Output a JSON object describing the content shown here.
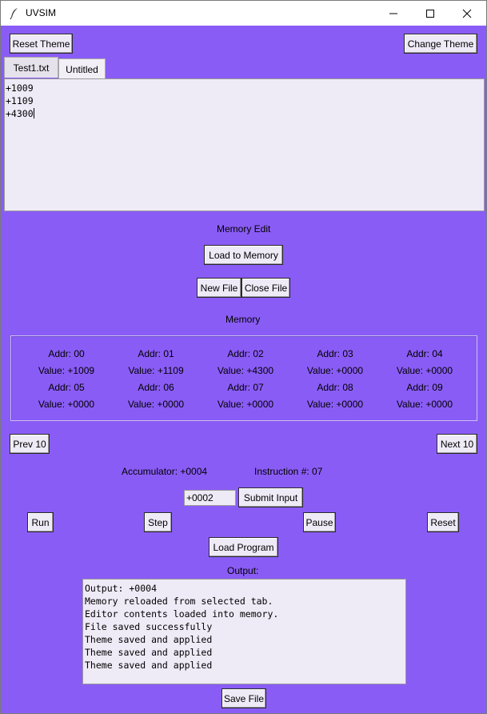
{
  "window": {
    "title": "UVSIM",
    "icon": "feather-icon"
  },
  "theme_buttons": {
    "reset_label": "Reset Theme",
    "change_label": "Change Theme"
  },
  "tabs": [
    {
      "label": "Test1.txt",
      "active": false
    },
    {
      "label": "Untitled",
      "active": true
    }
  ],
  "editor": {
    "lines": [
      "+1009",
      "+1109",
      "+4300"
    ]
  },
  "memory_edit": {
    "heading": "Memory Edit",
    "load_label": "Load to Memory",
    "new_file_label": "New File",
    "close_file_label": "Close File"
  },
  "memory": {
    "heading": "Memory",
    "cells": [
      {
        "addr": "Addr: 00",
        "value": "Value: +1009"
      },
      {
        "addr": "Addr: 01",
        "value": "Value: +1109"
      },
      {
        "addr": "Addr: 02",
        "value": "Value: +4300"
      },
      {
        "addr": "Addr: 03",
        "value": "Value: +0000"
      },
      {
        "addr": "Addr: 04",
        "value": "Value: +0000"
      },
      {
        "addr": "Addr: 05",
        "value": "Value: +0000"
      },
      {
        "addr": "Addr: 06",
        "value": "Value: +0000"
      },
      {
        "addr": "Addr: 07",
        "value": "Value: +0000"
      },
      {
        "addr": "Addr: 08",
        "value": "Value: +0000"
      },
      {
        "addr": "Addr: 09",
        "value": "Value: +0000"
      }
    ],
    "prev_label": "Prev 10",
    "next_label": "Next 10"
  },
  "status": {
    "accumulator": "Accumulator: +0004",
    "instruction": "Instruction #: 07"
  },
  "input": {
    "value": "+0002",
    "submit_label": "Submit Input"
  },
  "controls": {
    "run_label": "Run",
    "step_label": "Step",
    "pause_label": "Pause",
    "reset_label": "Reset",
    "load_program_label": "Load Program"
  },
  "output": {
    "heading": "Output:",
    "lines": [
      "Output: +0004",
      "Memory reloaded from selected tab.",
      "Editor contents loaded into memory.",
      "File saved successfully",
      "Theme saved and applied",
      "Theme saved and applied",
      "Theme saved and applied"
    ]
  },
  "save_file_label": "Save File",
  "colors": {
    "background": "#8a5cf6",
    "field": "#eeeaf6",
    "button": "#eeeaf6"
  }
}
